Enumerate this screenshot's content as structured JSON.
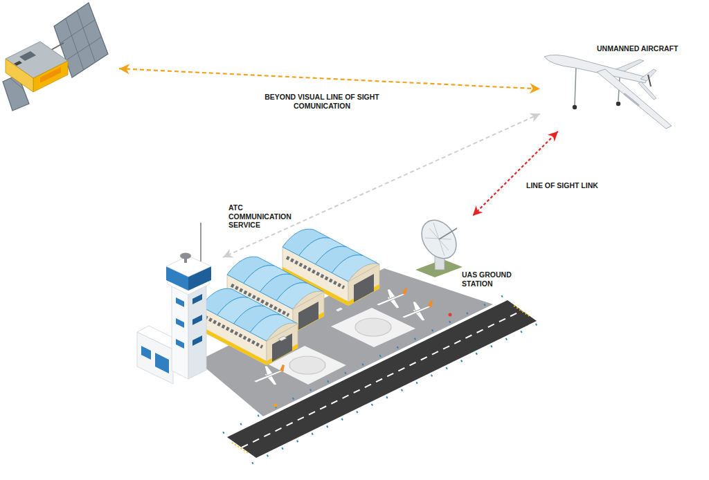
{
  "diagram": {
    "nodes": [
      {
        "text": []
      },
      {
        "text": [
          "UNMANNED AIRCRAFT"
        ]
      },
      {
        "text": [
          "ATC COMMUNICATION SERVICE"
        ]
      },
      {
        "text": [
          "UAS GROUND STATION"
        ]
      }
    ],
    "edges": [
      {
        "from": 0,
        "to": 1,
        "arrow": "both",
        "label": "BEYOND VISUAL LINE OF SIGHT COMUNICATION"
      },
      {
        "from": 1,
        "to": 2,
        "arrow": "both"
      },
      {
        "from": 1,
        "to": 3,
        "arrow": "both",
        "label": "LINE OF SIGHT LINK"
      }
    ]
  }
}
